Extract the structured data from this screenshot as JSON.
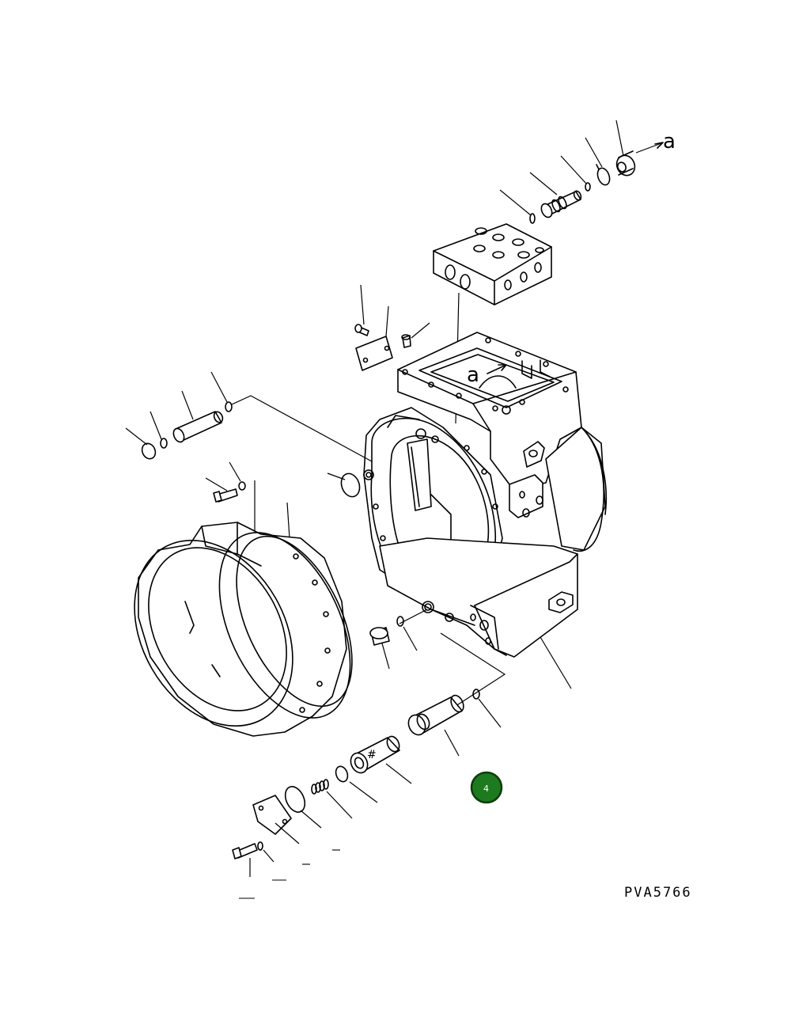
{
  "drawing": {
    "code": "PVA5766",
    "ref_letter_top": "a",
    "ref_letter_housing": "a",
    "hash_mark": "#"
  },
  "callout": {
    "number": "4",
    "fill": "#1e7a1e",
    "stroke": "#0b3d0b",
    "text_color": "#ffffff"
  }
}
